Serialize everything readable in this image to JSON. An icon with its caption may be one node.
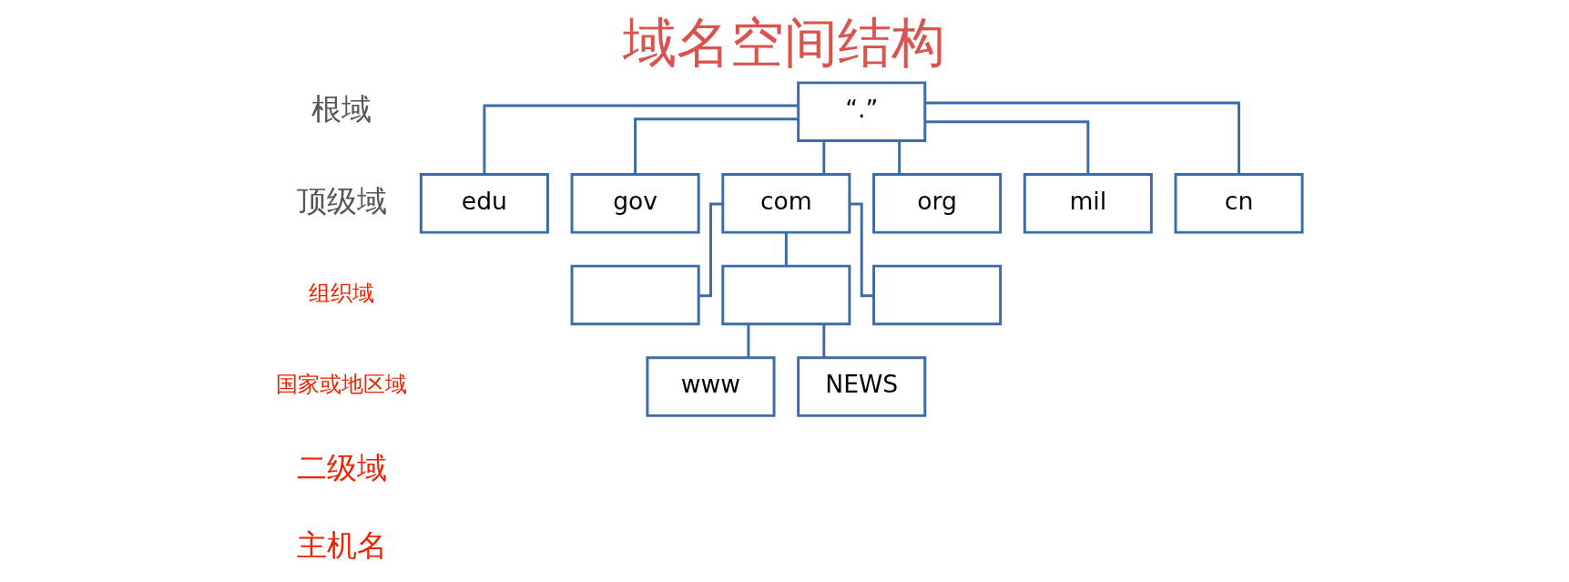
{
  "diagram": {
    "title": "域名空间结构",
    "nodes": [
      {
        "text": [
          "“.”"
        ]
      },
      {
        "text": [
          "edu"
        ]
      },
      {
        "text": [
          "gov"
        ]
      },
      {
        "text": [
          "com"
        ]
      },
      {
        "text": [
          "org"
        ]
      },
      {
        "text": [
          "mil"
        ]
      },
      {
        "text": [
          "cn"
        ]
      },
      {
        "text": [],
        "shape": "box"
      },
      {
        "text": [],
        "shape": "box"
      },
      {
        "text": [],
        "shape": "box"
      },
      {
        "text": [
          "www"
        ]
      },
      {
        "text": [
          "NEWS"
        ]
      }
    ],
    "edges": [
      {
        "from": 0,
        "to": 1,
        "arrow": "none"
      },
      {
        "from": 0,
        "to": 2,
        "arrow": "none"
      },
      {
        "from": 0,
        "to": 3,
        "arrow": "none"
      },
      {
        "from": 0,
        "to": 4,
        "arrow": "none"
      },
      {
        "from": 0,
        "to": 5,
        "arrow": "none"
      },
      {
        "from": 0,
        "to": 6,
        "arrow": "none"
      },
      {
        "from": 3,
        "to": 7,
        "arrow": "none"
      },
      {
        "from": 3,
        "to": 8,
        "arrow": "none"
      },
      {
        "from": 3,
        "to": 9,
        "arrow": "none"
      },
      {
        "from": 8,
        "to": 10,
        "arrow": "none"
      },
      {
        "from": 8,
        "to": 11,
        "arrow": "none"
      }
    ],
    "labels": [
      "根域",
      "顶级域",
      "组织域",
      "国家或地区域",
      "二级域",
      "主机名"
    ]
  }
}
